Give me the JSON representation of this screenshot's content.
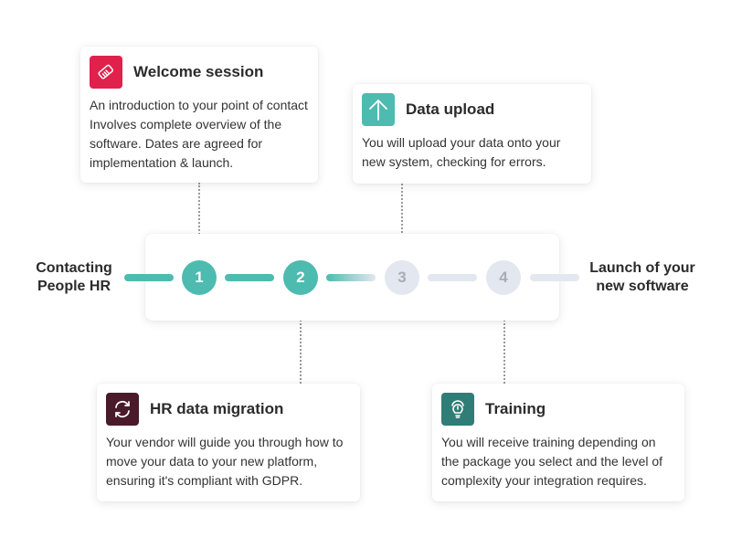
{
  "start_label": "Contacting People HR",
  "end_label": "Launch of your new software",
  "steps": [
    {
      "number": "1",
      "state": "done"
    },
    {
      "number": "2",
      "state": "done"
    },
    {
      "number": "3",
      "state": "pending"
    },
    {
      "number": "4",
      "state": "pending"
    }
  ],
  "cards": {
    "welcome": {
      "title": "Welcome session",
      "body": "An introduction to your point of contact Involves complete overview of the software. Dates are agreed for implementation & launch.",
      "icon": "handshake-icon",
      "color": "#e0214b"
    },
    "upload": {
      "title": "Data upload",
      "body": "You will upload your data onto your new system, checking for errors.",
      "icon": "arrow-up-icon",
      "color": "#4dbbb0"
    },
    "migration": {
      "title": "HR data migration",
      "body": "Your vendor will guide you through how to move your data to your new platform, ensuring it's compliant with GDPR.",
      "icon": "refresh-icon",
      "color": "#4a1a2a"
    },
    "training": {
      "title": "Training",
      "body": "You will receive training depending on the package you select and the level of complexity your integration requires.",
      "icon": "lightbulb-icon",
      "color": "#2f7d76"
    }
  },
  "colors": {
    "active": "#4dbbb0",
    "inactive": "#e3e7ef",
    "inactive_text": "#a7adb8"
  }
}
